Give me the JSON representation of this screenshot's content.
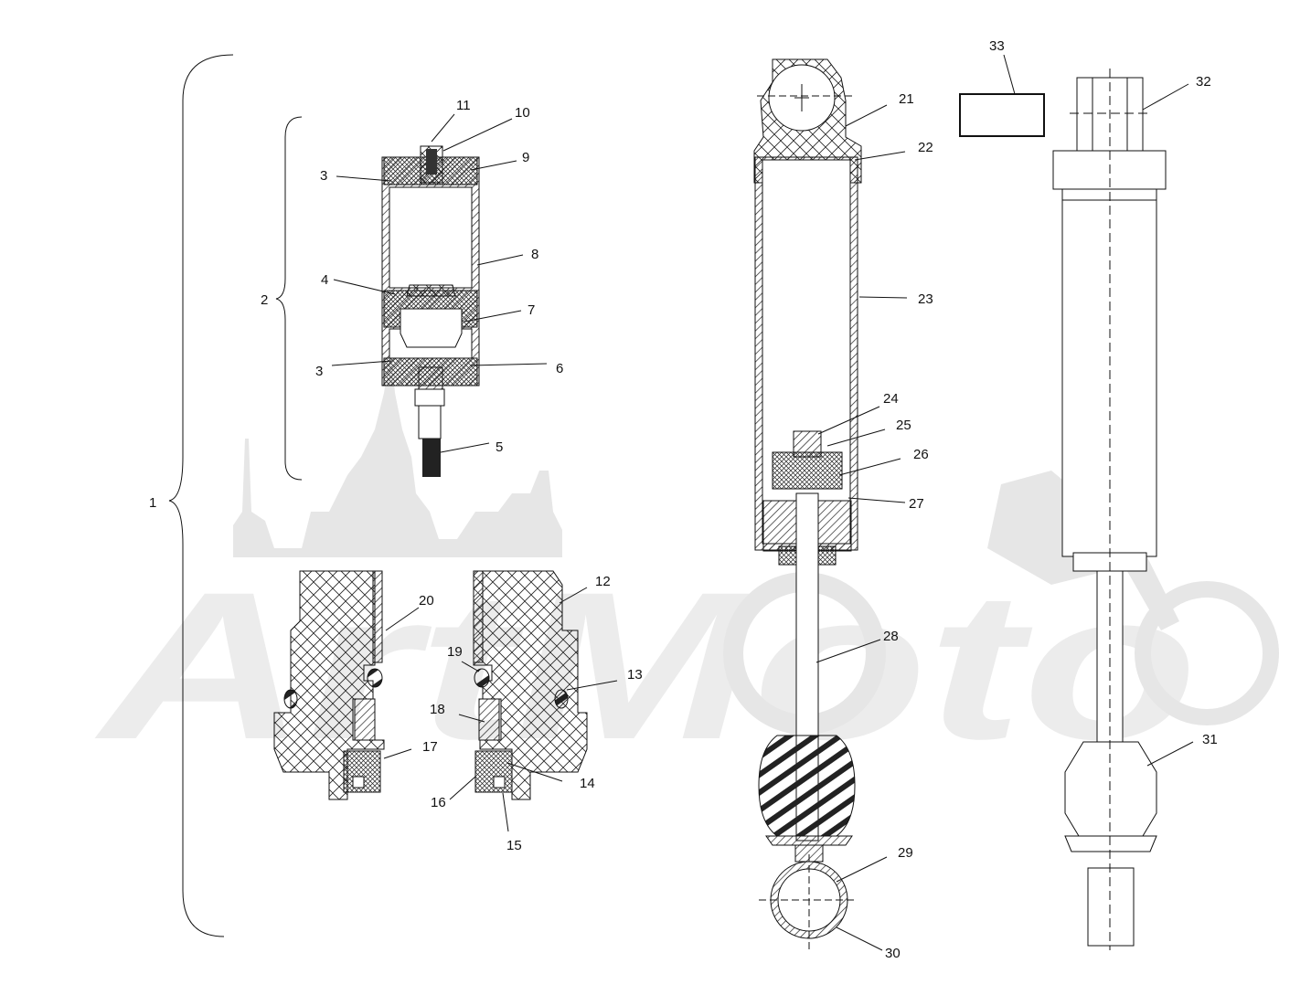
{
  "watermark": {
    "text": "ArtMoto",
    "color": "#e6e6e6"
  },
  "callouts": [
    {
      "id": "1",
      "text": "1"
    },
    {
      "id": "2",
      "text": "2"
    },
    {
      "id": "3a",
      "text": "3"
    },
    {
      "id": "3b",
      "text": "3"
    },
    {
      "id": "4",
      "text": "4"
    },
    {
      "id": "5",
      "text": "5"
    },
    {
      "id": "6",
      "text": "6"
    },
    {
      "id": "7",
      "text": "7"
    },
    {
      "id": "8",
      "text": "8"
    },
    {
      "id": "9",
      "text": "9"
    },
    {
      "id": "10",
      "text": "10"
    },
    {
      "id": "11",
      "text": "11"
    },
    {
      "id": "12",
      "text": "12"
    },
    {
      "id": "13",
      "text": "13"
    },
    {
      "id": "14",
      "text": "14"
    },
    {
      "id": "15",
      "text": "15"
    },
    {
      "id": "16",
      "text": "16"
    },
    {
      "id": "17",
      "text": "17"
    },
    {
      "id": "18",
      "text": "18"
    },
    {
      "id": "19",
      "text": "19"
    },
    {
      "id": "20",
      "text": "20"
    },
    {
      "id": "21",
      "text": "21"
    },
    {
      "id": "22",
      "text": "22"
    },
    {
      "id": "23",
      "text": "23"
    },
    {
      "id": "24",
      "text": "24"
    },
    {
      "id": "25",
      "text": "25"
    },
    {
      "id": "26",
      "text": "26"
    },
    {
      "id": "27",
      "text": "27"
    },
    {
      "id": "28",
      "text": "28"
    },
    {
      "id": "29",
      "text": "29"
    },
    {
      "id": "30",
      "text": "30"
    },
    {
      "id": "31",
      "text": "31"
    },
    {
      "id": "32",
      "text": "32"
    },
    {
      "id": "33",
      "text": "33"
    }
  ]
}
